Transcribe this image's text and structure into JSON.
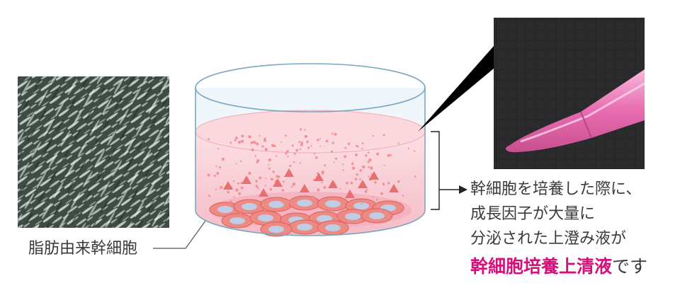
{
  "cell_label": "脂肪由来幹細胞",
  "caption": {
    "line1": "幹細胞を培養した際に、",
    "line2": "成長因子が大量に",
    "line3": "分泌された上澄み液が",
    "highlight": "幹細胞培養上清液",
    "suffix": "です"
  },
  "colors": {
    "accent": "#d6107b",
    "medium": "#f7c8d0",
    "dish_edge": "#7aa7c2",
    "arrow": "#f28a8a",
    "cell": "#e8736f"
  },
  "icons": [
    "petri-dish-icon",
    "pipette-tip-photo",
    "cell-micrograph",
    "secretion-arrow-icon"
  ]
}
